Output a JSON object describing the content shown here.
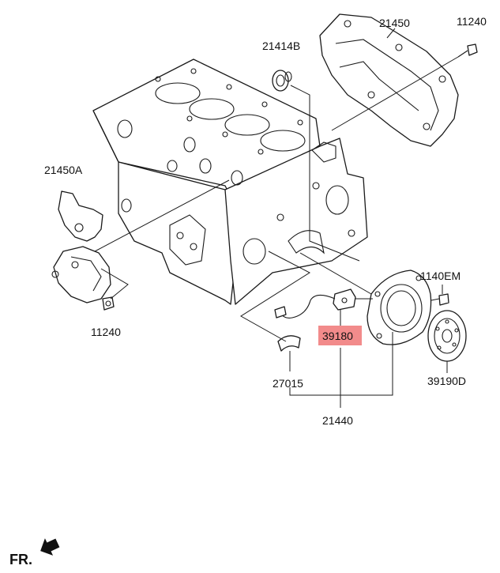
{
  "diagram": {
    "labels": {
      "p21450": "21450",
      "p11240_top": "11240",
      "p21414B": "21414B",
      "p21450A": "21450A",
      "p1140EM": "1140EM",
      "p39180": "39180",
      "p11240_left": "11240",
      "p39190D": "39190D",
      "p27015": "27015",
      "p21440": "21440"
    },
    "highlight": {
      "part": "39180",
      "color": "#f28b8b"
    },
    "orientation": {
      "text": "FR."
    }
  }
}
